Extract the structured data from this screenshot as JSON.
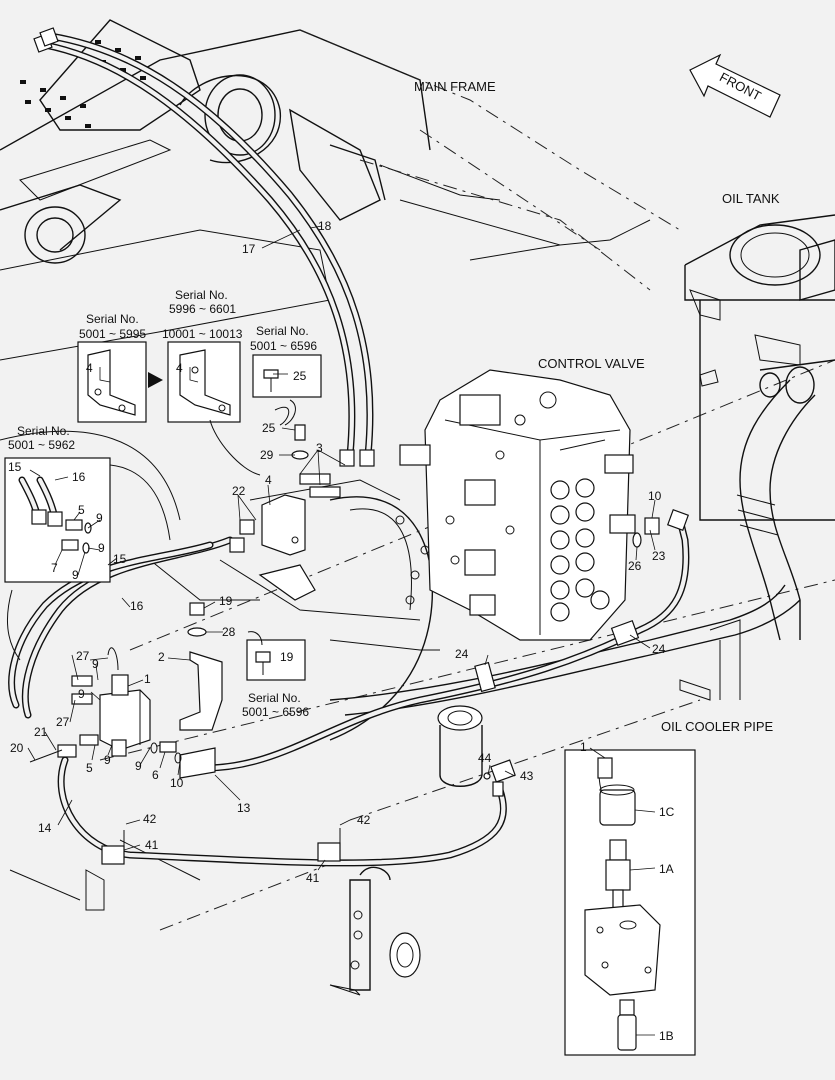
{
  "sections": {
    "main_frame": "MAIN FRAME",
    "front": "FRONT",
    "oil_tank": "OIL TANK",
    "control_valve": "CONTROL VALVE",
    "oil_cooler_pipe": "OIL COOLER PIPE"
  },
  "serial_notes": {
    "s1_a": "Serial No.",
    "s1_b": "5001 ~ 5995",
    "s2_a": "Serial No.",
    "s2_b": "5996 ~ 6601",
    "s2_c": "10001 ~ 10013",
    "s3_a": "Serial No.",
    "s3_b": "5001 ~ 6596",
    "s4_a": "Serial No.",
    "s4_b": "5001 ~ 5962",
    "s5_a": "Serial No.",
    "s5_b": "5001 ~ 6596"
  },
  "callouts": {
    "c1": "1",
    "c1top": "1",
    "c1a": "1A",
    "c1b": "1B",
    "c1c": "1C",
    "c2": "2",
    "c3": "3",
    "c4a": "4",
    "c4b": "4",
    "c4c": "4",
    "c5a": "5",
    "c5b": "5",
    "c6": "6",
    "c7": "7",
    "c9a": "9",
    "c9b": "9",
    "c9c": "9",
    "c9d": "9",
    "c9e": "9",
    "c9f": "9",
    "c10a": "10",
    "c10b": "10",
    "c13": "13",
    "c14": "14",
    "c15a": "15",
    "c15b": "15",
    "c16a": "16",
    "c16b": "16",
    "c17": "17",
    "c18": "18",
    "c19a": "19",
    "c19b": "19",
    "c20": "20",
    "c21": "21",
    "c22": "22",
    "c23": "23",
    "c24a": "24",
    "c24b": "24",
    "c25a": "25",
    "c25b": "25",
    "c26": "26",
    "c27a": "27",
    "c27b": "27",
    "c28": "28",
    "c29": "29",
    "c41a": "41",
    "c41b": "41",
    "c42a": "42",
    "c42b": "42",
    "c43": "43",
    "c44": "44"
  }
}
